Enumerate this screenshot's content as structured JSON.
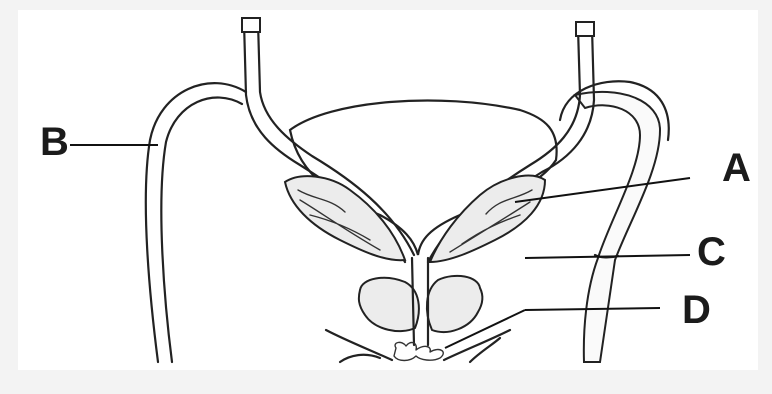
{
  "labels": {
    "a": "A",
    "b": "B",
    "c": "C",
    "d": "D"
  },
  "colors": {
    "background": "#f3f3f3",
    "stroke": "#222222",
    "gland_fill": "#ececec"
  }
}
